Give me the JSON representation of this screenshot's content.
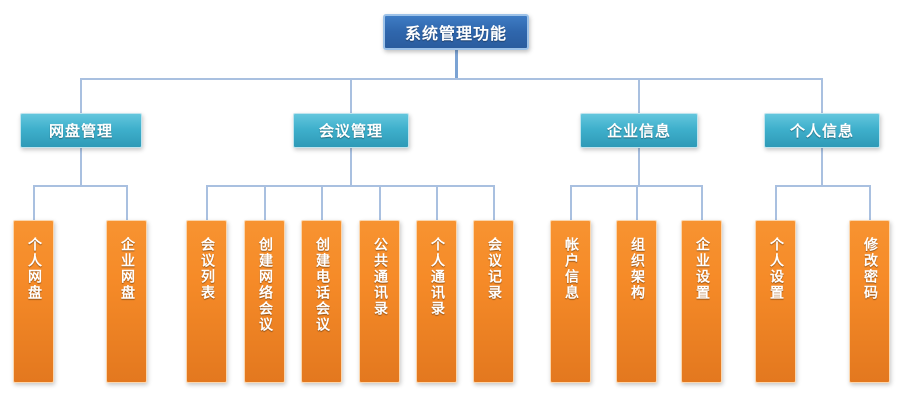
{
  "diagram": {
    "title": "系统管理功能",
    "root": {
      "label": "系统管理功能",
      "color": "#2f66ac"
    },
    "category_color": "#3fb0cc",
    "leaf_color": "#f68b28",
    "connector_color": "#a9c0e0",
    "background": "#ffffff",
    "categories": [
      {
        "label": "网盘管理",
        "leaves": [
          {
            "label": "个人网盘"
          },
          {
            "label": "企业网盘"
          }
        ]
      },
      {
        "label": "会议管理",
        "leaves": [
          {
            "label": "会议列表"
          },
          {
            "label": "创建网络会议"
          },
          {
            "label": "创建电话会议"
          },
          {
            "label": "公共通讯录"
          },
          {
            "label": "个人通讯录"
          },
          {
            "label": "会议记录"
          }
        ]
      },
      {
        "label": "企业信息",
        "leaves": [
          {
            "label": "帐户信息"
          },
          {
            "label": "组织架构"
          },
          {
            "label": "企业设置"
          }
        ]
      },
      {
        "label": "个人信息",
        "leaves": [
          {
            "label": "个人设置"
          },
          {
            "label": "修改密码"
          }
        ]
      }
    ]
  }
}
